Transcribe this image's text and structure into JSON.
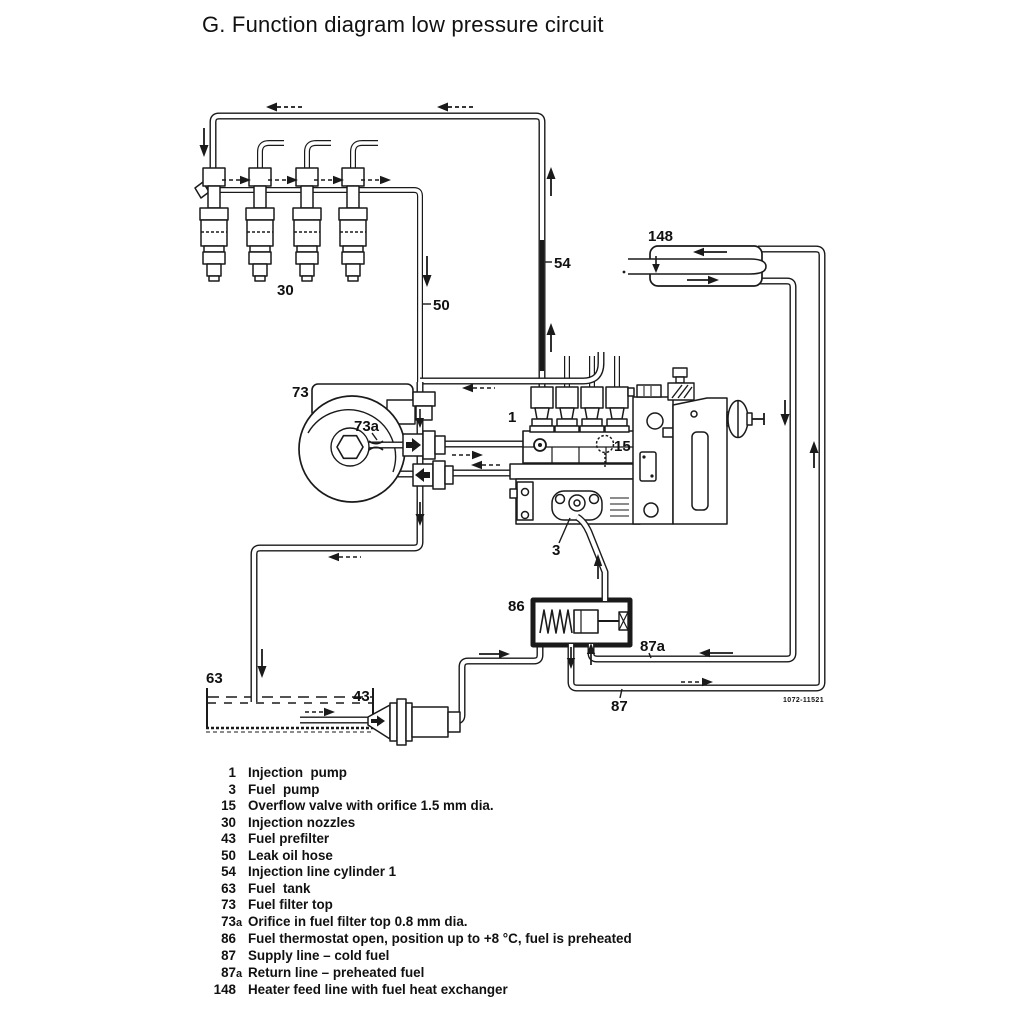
{
  "title": "G. Function diagram low pressure circuit",
  "figure_number": "1072-11521",
  "diagram_labels": {
    "injection_pump": "1",
    "fuel_pump": "3",
    "overflow_valve": "15",
    "injection_nozzles": "30",
    "fuel_prefilter": "43",
    "leak_oil_hose": "50",
    "injection_line_cyl1": "54",
    "fuel_tank": "63",
    "fuel_filter_top": "73",
    "orifice_filter_top": "73a",
    "fuel_thermostat": "86",
    "supply_line": "87",
    "return_line": "87a",
    "heater_feed_line": "148"
  },
  "legend": {
    "items": [
      {
        "num": "1",
        "suffix": "",
        "text": "Injection  pump"
      },
      {
        "num": "3",
        "suffix": "",
        "text": "Fuel  pump"
      },
      {
        "num": "15",
        "suffix": "",
        "text": "Overflow valve with orifice 1.5 mm dia."
      },
      {
        "num": "30",
        "suffix": "",
        "text": "Injection nozzles"
      },
      {
        "num": "43",
        "suffix": "",
        "text": "Fuel prefilter"
      },
      {
        "num": "50",
        "suffix": "",
        "text": "Leak oil hose"
      },
      {
        "num": "54",
        "suffix": "",
        "text": "Injection line cylinder 1"
      },
      {
        "num": "63",
        "suffix": "",
        "text": "Fuel  tank"
      },
      {
        "num": "73",
        "suffix": "",
        "text": "Fuel filter top"
      },
      {
        "num": "73",
        "suffix": "a",
        "text": "Orifice in fuel filter top 0.8 mm dia."
      },
      {
        "num": "86",
        "suffix": "",
        "text": "Fuel thermostat open, position up to +8 °C, fuel is preheated"
      },
      {
        "num": "87",
        "suffix": "",
        "text": "Supply line – cold fuel"
      },
      {
        "num": "87",
        "suffix": "a",
        "text": "Return line – preheated fuel"
      },
      {
        "num": "148",
        "suffix": "",
        "text": "Heater feed line with fuel heat exchanger"
      }
    ]
  }
}
